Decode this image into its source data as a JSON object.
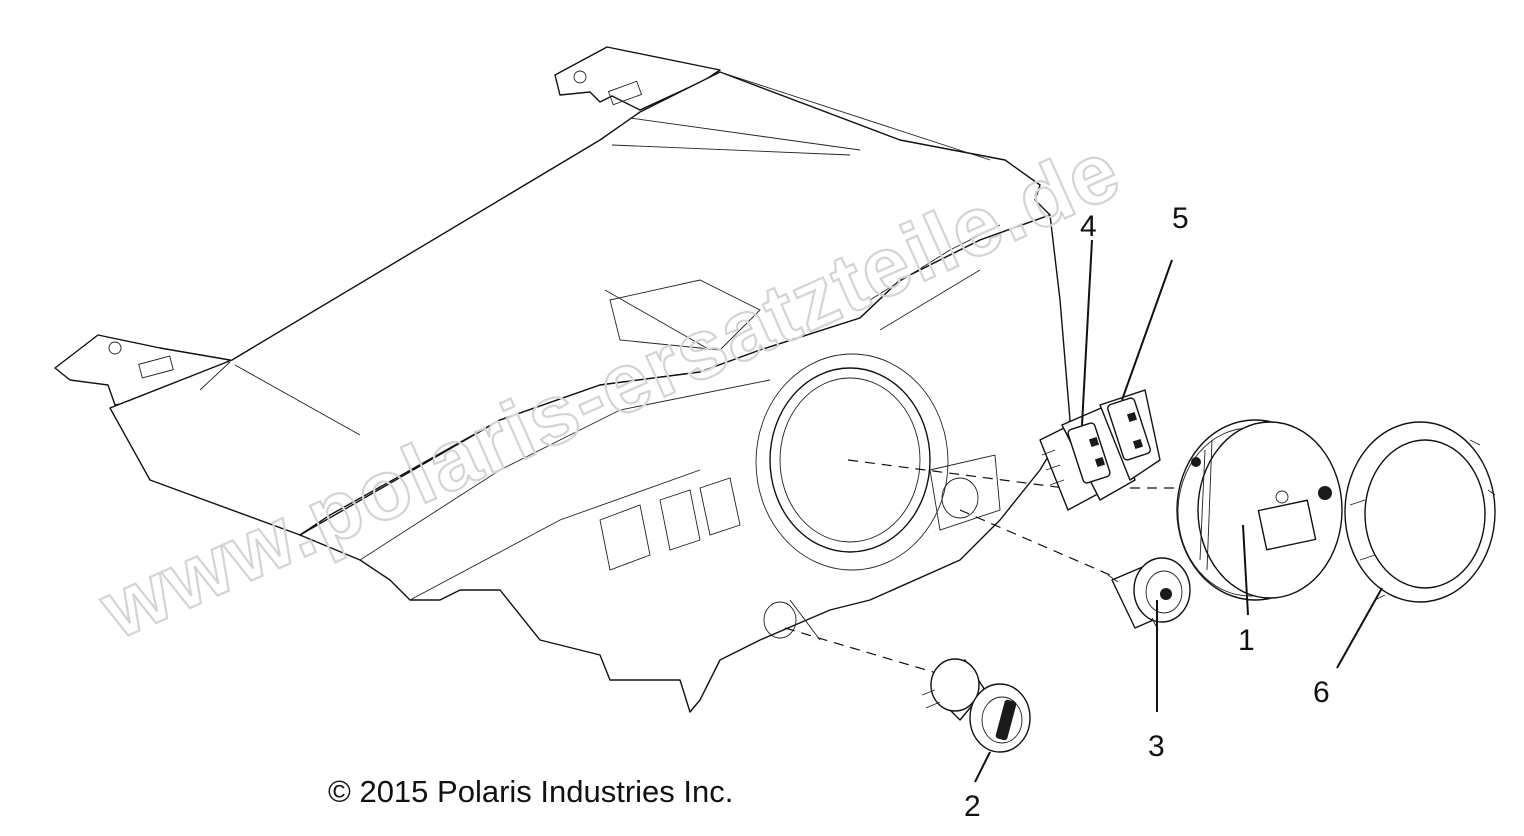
{
  "watermark": "www.polaris-ersatzteile.de",
  "copyright": "© 2015 Polaris Industries Inc.",
  "callouts": [
    {
      "number": "1",
      "part": "gauge"
    },
    {
      "number": "2",
      "part": "ignition switch"
    },
    {
      "number": "3",
      "part": "power outlet"
    },
    {
      "number": "4",
      "part": "rocker switch"
    },
    {
      "number": "5",
      "part": "rocker switch"
    },
    {
      "number": "6",
      "part": "gauge bezel"
    }
  ]
}
